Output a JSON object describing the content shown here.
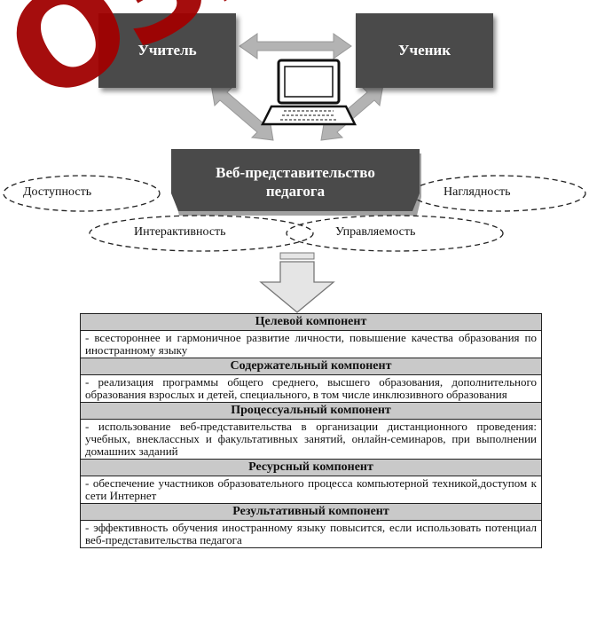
{
  "top": {
    "teacher": "Учитель",
    "student": "Ученик"
  },
  "web": {
    "line1": "Веб-представительство",
    "line2": "педагога"
  },
  "properties": {
    "accessibility": "Доступность",
    "visibility": "Наглядность",
    "interactivity": "Интерактивность",
    "manageability": "Управляемость"
  },
  "components": [
    {
      "title": "Целевой компонент",
      "text": "- всестороннее и гармоничное развитие личности, повышение качества образования по иностранному языку"
    },
    {
      "title": "Содержательный компонент",
      "text": "- реализация программы общего среднего, высшего образования, дополнительного образования взрослых и детей, специального, в том числе инклюзивного образования"
    },
    {
      "title": "Процессуальный компонент",
      "text": "- использование веб-представительства в организации дистанционного проведения: учебных, внеклассных и факультативных занятий, онлайн-семинаров, при выполнении домашних заданий"
    },
    {
      "title": "Ресурсный компонент",
      "text": "- обеспечение участников образовательного процесса компьютерной техникой,доступом к сети Интернет"
    },
    {
      "title": "Результативный компонент",
      "text": "- эффективность обучения иностранному языку повысится, если использовать потенциал веб-представительства педагога"
    }
  ],
  "watermark": {
    "text": "ОЗИТ",
    "color": "#a00000"
  },
  "colors": {
    "box": "#4a4a4a",
    "arrow": "#b3b3b3",
    "header_row": "#c9c9c9"
  }
}
